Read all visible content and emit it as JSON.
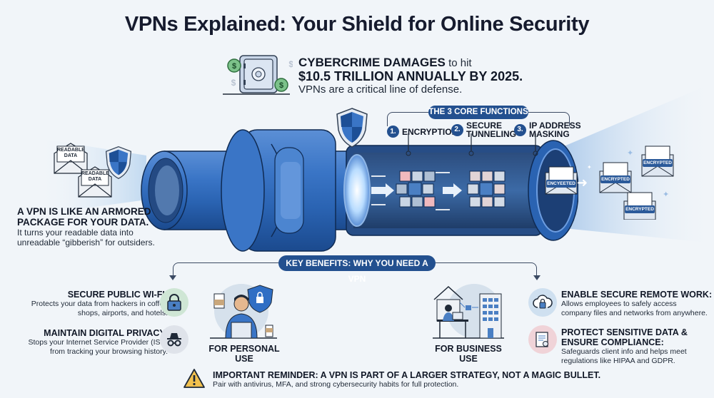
{
  "title": "VPNs Explained: Your Shield for Online Security",
  "stat": {
    "line1_bold": "CYBERCRIME DAMAGES",
    "line1_rest": " to hit",
    "line2": "$10.5 TRILLION ANNUALLY BY 2025.",
    "line3": "VPNs are a critical line of defense.",
    "icon": "safe-with-dollar-coins-icon"
  },
  "core_functions": {
    "header": "THE 3 CORE FUNCTIONS",
    "items": [
      {
        "num": "1.",
        "label": "ENCRYPTION"
      },
      {
        "num": "2.",
        "label_line1": "SECURE",
        "label_line2": "TUNNELING"
      },
      {
        "num": "3.",
        "label_line1": "IP ADDRESS",
        "label_line2": "MASKING"
      }
    ]
  },
  "left_envelopes": [
    {
      "label_line1": "READABLE",
      "label_line2": "DATA"
    },
    {
      "label_line1": "READABLE",
      "label_line2": "DATA"
    }
  ],
  "right_envelopes": {
    "exit_label": "ENCYEETED",
    "labels": [
      "ENCRYPTED",
      "ENCRYPTED",
      "ENCRYPTED"
    ]
  },
  "armored_caption": {
    "line1": "A VPN IS LIKE AN ARMORED",
    "line2": "PACKAGE FOR YOUR DATA.",
    "line3": "It turns your readable data into",
    "line4": "unreadable “gibberish” for outsiders."
  },
  "benefits": {
    "header": "KEY BENEFITS: WHY YOU NEED A VPN",
    "personal": {
      "label": "FOR PERSONAL USE",
      "items": [
        {
          "title": "SECURE PUBLIC WI-FI:",
          "desc_line1": "Protects your data from hackers in coffee",
          "desc_line2": "shops, airports, and hotels.",
          "icon": "padlock-icon",
          "color": "#cfe6d5"
        },
        {
          "title": "MAINTAIN DIGITAL PRIVACY:",
          "desc_line1": "Stops your Internet Service Provider (ISP)",
          "desc_line2": "from tracking your browsing history.",
          "icon": "incognito-icon",
          "color": "#dfe3ea"
        }
      ]
    },
    "business": {
      "label": "FOR BUSINESS USE",
      "items": [
        {
          "title": "ENABLE SECURE REMOTE WORK:",
          "desc_line1": "Allows employees to safely access",
          "desc_line2": "company files and networks from anywhere.",
          "icon": "cloud-lock-icon",
          "color": "#cfe0f0"
        },
        {
          "title_line1": "PROTECT SENSITIVE DATA &",
          "title_line2": "ENSURE COMPLIANCE:",
          "desc_line1": "Safeguards client info and helps meet",
          "desc_line2": "regulations like HIPAA and GDPR.",
          "icon": "certificate-icon",
          "color": "#f0d3d8"
        }
      ]
    }
  },
  "reminder": {
    "title": "IMPORTANT REMINDER: A VPN IS PART OF A LARGER STRATEGY, NOT A MAGIC BULLET.",
    "desc": "Pair with antivirus, MFA, and strong cybersecurity habits for full protection.",
    "icon": "warning-icon"
  },
  "colors": {
    "accent": "#23508f",
    "pipe": "#2f6ec4",
    "pipe_dark": "#1d4f96",
    "background": "#f1f5f9",
    "warning": "#f2c14e"
  }
}
